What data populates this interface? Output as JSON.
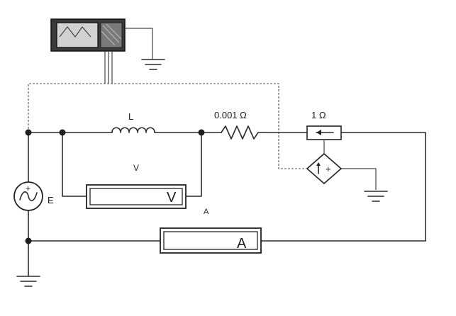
{
  "labels": {
    "inductor": "L",
    "resistor_small": "0.001 Ω",
    "resistor_one": "1 Ω",
    "voltmeter_name": "V",
    "voltmeter_symbol": "V",
    "ammeter_name": "A",
    "ammeter_symbol": "A",
    "source": "E",
    "source_polarity": "+",
    "controlled_source_sign": "+"
  },
  "colors": {
    "background": "#ffffff",
    "wire": "#2a2a2a",
    "scope_body": "#3a3a3a",
    "scope_screen": "#c8c8c8"
  },
  "icons": {
    "oscilloscope": "oscilloscope-icon",
    "ground": "ground-icon",
    "ac_source": "ac-voltage-source-icon",
    "controlled_source": "dependent-current-source-icon",
    "current_source_arrow": "arrow-left-icon"
  }
}
